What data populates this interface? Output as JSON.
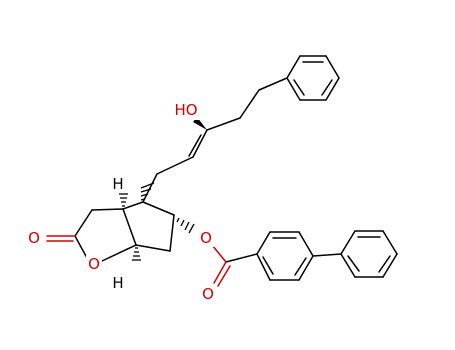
{
  "atom_labels": {
    "ho": "HO",
    "o_carbonyl_lactone": "O",
    "o_ring": "O",
    "o_ester": "O",
    "o_carbonyl_ester": "O",
    "h_top": "H",
    "h_bottom": "H"
  },
  "colors": {
    "bond": "#000000",
    "oxygen": "#d40000",
    "background": "#ffffff"
  }
}
